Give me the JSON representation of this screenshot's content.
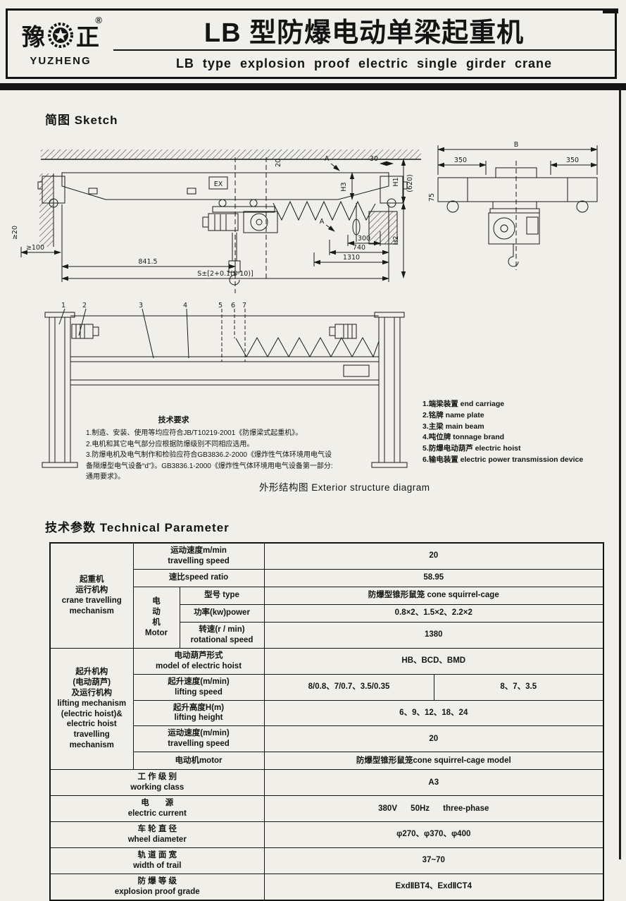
{
  "page": {
    "bg": "#f1efe9",
    "ink": "#141414"
  },
  "header": {
    "logo": {
      "left_char": "豫",
      "right_char": "正",
      "registered": "®",
      "name": "YUZHENG"
    },
    "title_cn": "LB 型防爆电动单梁起重机",
    "title_en": "LB type explosion proof electric single girder crane"
  },
  "sketch": {
    "heading": "简图 Sketch",
    "caption": "外形结构图 Exterior structure diagram",
    "notes": {
      "title": "技术要求",
      "lines": [
        "1.制造、安装、使用等均应符合JB/T10219-2001《防爆梁式起重机》。",
        "2.电机和其它电气部分应根据防爆级别不同相应选用。",
        "3.防爆电机及电气制作和检验应符合GB3836.2-2000《爆炸性气体环境用电气设备隔爆型电气设备“d”》。GB3836.1-2000《爆炸性气体环境用电气设备第一部分: 通用要求》。"
      ]
    },
    "parts": [
      "1.端梁装置 end carriage",
      "2.铭牌 name  plate",
      "3.主梁 main beam",
      "4.吨位牌 tonnage brand",
      "5.防爆电动葫芦 electric hoist",
      "6.输电装置 electric power transmission device"
    ],
    "dims": {
      "s_formula": "S±[2+0.1(S-10)]",
      "d841": "841.5",
      "d1310": "1310",
      "d740": "740",
      "d300": "300",
      "ge100": "≥100",
      "ge20": "≥20",
      "d20": "20",
      "d30": "30",
      "d620": "(620)",
      "h1": "H1",
      "h2": "H2",
      "h3": "H3",
      "a": "A",
      "ex": "EX",
      "b": "B",
      "d350_left": "350",
      "d350_right": "350",
      "d75": "75",
      "callouts": [
        "1",
        "2",
        "3",
        "4",
        "5",
        "6",
        "7"
      ]
    }
  },
  "params": {
    "heading": "技术参数 Technical Parameter",
    "group_crane": "起重机\n运行机构\ncrane travelling\nmechanism",
    "travel_speed_label": "运动速度m/min\ntravelling speed",
    "travel_speed_value": "20",
    "speed_ratio_label": "速比speed ratio",
    "speed_ratio_value": "58.95",
    "motor_label": "电\n动\n机\nMotor",
    "motor_type_label": "型号 type",
    "motor_type_value": "防爆型锥形鼠笼 cone squirrel-cage",
    "motor_power_label": "功率(kw)power",
    "motor_power_value": "0.8×2、1.5×2、2.2×2",
    "motor_speed_label": "转速(r / min)\nrotational speed",
    "motor_speed_value": "1380",
    "group_hoist": "起升机构\n(电动葫芦)\n及运行机构\nlifting mechanism\n(electric hoist)&\nelectric hoist\ntravelling\nmechanism",
    "hoist_model_label": "电动葫芦形式\nmodel of electric hoist",
    "hoist_model_value": "HB、BCD、BMD",
    "lifting_speed_label": "起升速度(m/min)\nlifting speed",
    "lifting_speed_value1": "8/0.8、7/0.7、3.5/0.35",
    "lifting_speed_value2": "8、7、3.5",
    "lifting_height_label": "起升高度H(m)\nlifting height",
    "lifting_height_value": "6、9、12、18、24",
    "travel_speed2_label": "运动速度(m/min)\ntravelling speed",
    "travel_speed2_value": "20",
    "motor2_label": "电动机motor",
    "motor2_value": "防爆型锥形鼠笼cone squirrel-cage model",
    "working_class_label": "工 作 级 别\nworking class",
    "working_class_value": "A3",
    "power_supply_label": "电　　源\nelectric current",
    "power_supply_value": "380V      50Hz      three-phase",
    "wheel_dia_label": "车 轮 直 径\nwheel diameter",
    "wheel_dia_value": "φ270、φ370、φ400",
    "rail_width_label": "轨 道 面 宽\nwidth of trail",
    "rail_width_value": "37~70",
    "explosion_label": "防 爆 等 级\nexplosion proof grade",
    "explosion_value": "ExdⅡBT4、ExdⅡCT4"
  }
}
